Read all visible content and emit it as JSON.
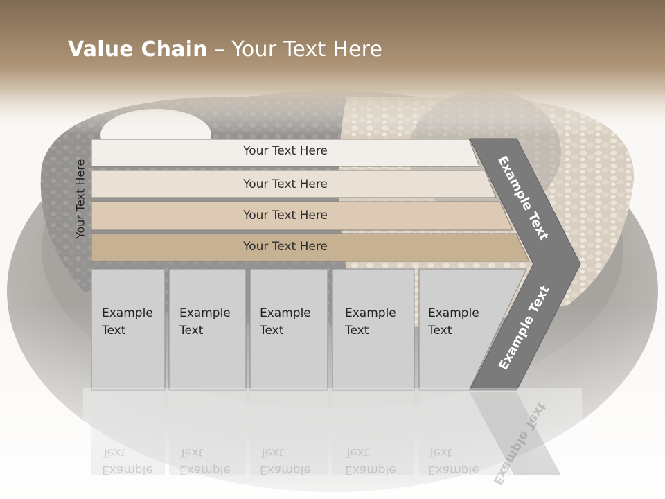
{
  "slide": {
    "title_bold": "Value Chain",
    "title_rest": " – Your Text Here"
  },
  "bands": [
    {
      "label": "Your Text Here"
    },
    {
      "label": "Your Text Here"
    },
    {
      "label": "Your Text Here"
    },
    {
      "label": "Your Text Here"
    }
  ],
  "side_label": "Your Text Here",
  "boxes": [
    {
      "label": "Example Text"
    },
    {
      "label": "Example Text"
    },
    {
      "label": "Example Text"
    },
    {
      "label": "Example Text"
    },
    {
      "label": "Example Text"
    }
  ],
  "chevron": {
    "upper_label": "Example Text",
    "lower_label": "Example Text"
  },
  "colors": {
    "band_1": "#f2efea",
    "band_2": "#e9e1d6",
    "band_3": "#dccab5",
    "band_4": "#c6b293",
    "box": "#cfcfcf",
    "chevron": "#7b7b7b",
    "title_bar": "#9c8465"
  }
}
